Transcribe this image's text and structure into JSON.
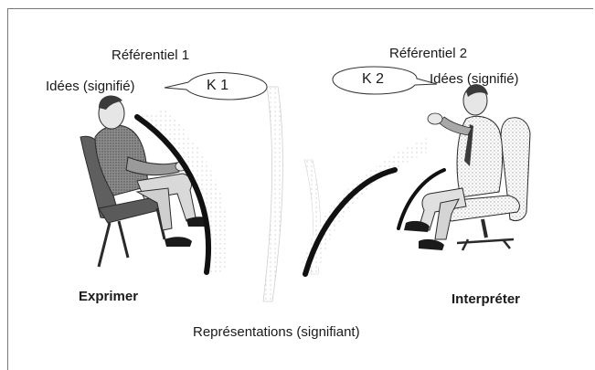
{
  "left": {
    "referential": "Référentiel 1",
    "ideas": "Idées (signifié)",
    "code": "K 1",
    "action": "Exprimer"
  },
  "right": {
    "referential": "Référentiel 2",
    "ideas": "Idées (signifié)",
    "code": "K 2",
    "action": "Interpréter"
  },
  "bottom_label": "Représentations (signifiant)"
}
